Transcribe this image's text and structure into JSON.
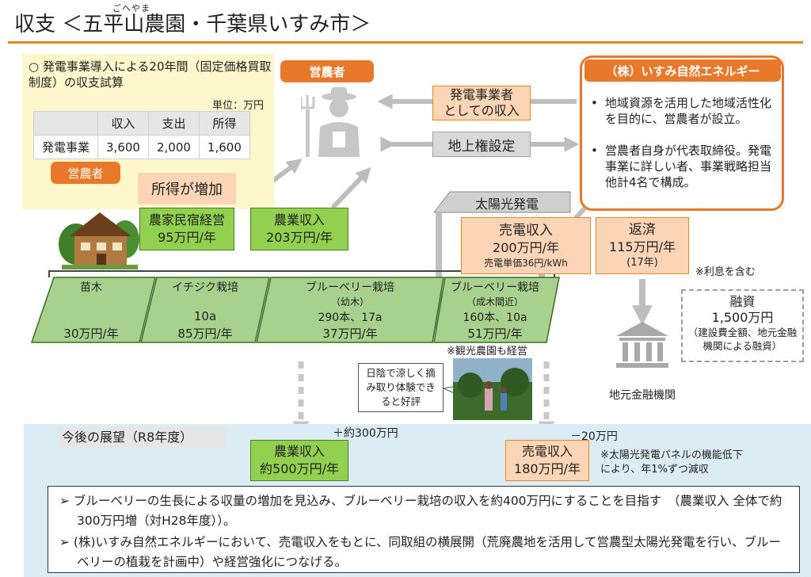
{
  "header": {
    "title": "収支 ＜五平山農園・千葉県いすみ市＞",
    "ruby": "ごへやま"
  },
  "simulation": {
    "title": "○ 発電事業導入による20年間（固定価格買取制度）の収支試算",
    "unit": "単位：万円",
    "headers": [
      "",
      "収入",
      "支出",
      "所得"
    ],
    "rows": [
      [
        "発電事業",
        "3,600",
        "2,000",
        "1,600"
      ]
    ],
    "farmer_label": "営農者",
    "income_up": "所得が増加"
  },
  "farmer": {
    "label": "営農者"
  },
  "relations": {
    "income_as_operator": [
      "発電事業者",
      "としての収入"
    ],
    "surface_rights": "地上権設定"
  },
  "company": {
    "title": "（株）いすみ自然エネルギー",
    "bullets": [
      "地域資源を活用した地域活性化を目的に、営農者が設立。",
      "営農者自身が代表取締役。発電事業に詳しい者、事業戦略担当他計4名で構成。"
    ]
  },
  "solar": {
    "label": "太陽光発電"
  },
  "boxes": {
    "minshuku": {
      "title": "農家民宿経営",
      "value": "95万円/年"
    },
    "agri": {
      "title": "農業収入",
      "value": "203万円/年"
    },
    "power": {
      "title": "売電収入",
      "value": "200万円/年",
      "sub": "売電単価36円/kWh"
    },
    "repay": {
      "title": "返済",
      "value": "115万円/年",
      "sub": "(17年)"
    },
    "repay_note": "※利息を含む"
  },
  "loan": {
    "title": "融資",
    "value": "1,500万円",
    "detail": "（建設費全額、地元金融機関による融資）"
  },
  "bank": {
    "label": "地元金融機関"
  },
  "crops": [
    {
      "name": "苗木",
      "sub": "",
      "area": "",
      "value": "30万円/年"
    },
    {
      "name": "イチジク栽培",
      "sub": "",
      "area": "10a",
      "value": "85万円/年"
    },
    {
      "name": "ブルーベリー栽培",
      "sub": "（幼木）",
      "area": "290本、17a",
      "value": "37万円/年"
    },
    {
      "name": "ブルーベリー栽培",
      "sub": "（成木間近）",
      "area": "160本、10a",
      "value": "51万円/年"
    }
  ],
  "tourism_note": "※観光農園も経営",
  "callout": "日陰で涼しく摘み取り体験できると好評",
  "outlook": {
    "title": "今後の展望（R8年度）",
    "agri_delta": "＋約300万円",
    "agri_title": "農業収入",
    "agri_value": "約500万円/年",
    "power_delta": "－20万円",
    "power_title": "売電収入",
    "power_value": "180万円/年",
    "power_note": "※太陽光発電パネルの機能低下により、年1%ずつ減収"
  },
  "notes": [
    "ブルーベリーの生長による収量の増加を見込み、ブルーベリー栽培の収入を約400万円にすることを目指す　（農業収入 全体で約300万円増（対H28年度））。",
    "(株)いすみ自然エネルギーにおいて、売電収入をもとに、同取組の横展開（荒廃農地を活用して営農型太陽光発電を行い、ブルーベリーの植栽を計画中）や経営強化につなげる。"
  ],
  "colors": {
    "accent": "#e8782a",
    "green": "#92d050",
    "peach": "#fbd5b5",
    "yellow": "#fff7cc",
    "blue": "#dcecf5"
  }
}
